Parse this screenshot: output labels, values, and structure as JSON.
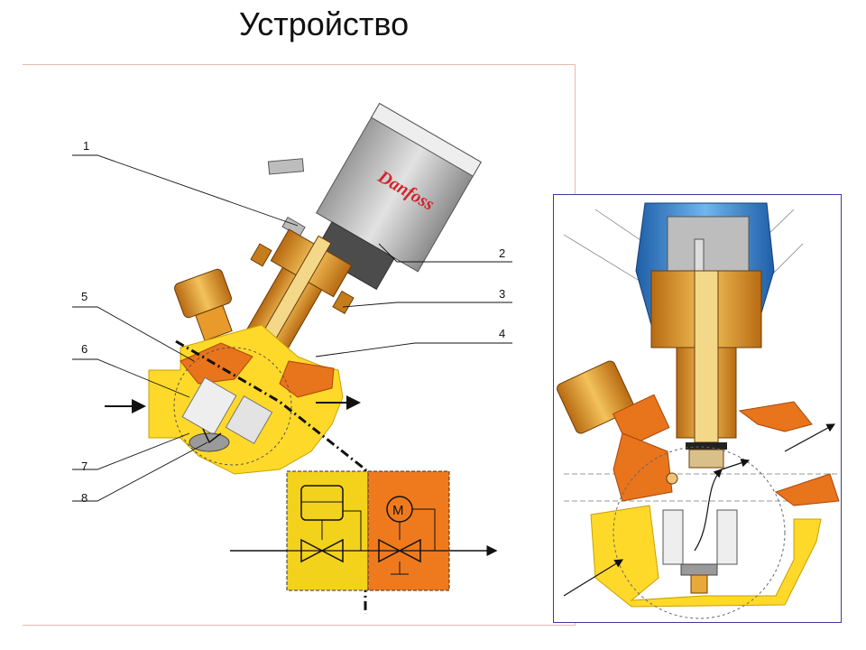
{
  "title": "Устройство",
  "brand_logo": "Danfoss",
  "callouts": [
    "1",
    "2",
    "3",
    "4",
    "5",
    "6",
    "7",
    "8"
  ],
  "colors": {
    "actuator": "#c9c9c9",
    "brass": "#e9a83a",
    "body_orange": "#e8741c",
    "body_yellow": "#ffd92a",
    "scheme_yellow": "#f3d21c",
    "scheme_orange": "#ef7a1e",
    "cap_blue": "#3d8fd6",
    "frame_blue": "#3a3aa0"
  },
  "icons": [
    "valve-symbol-icon",
    "motor-symbol-icon",
    "arrow-icon"
  ]
}
